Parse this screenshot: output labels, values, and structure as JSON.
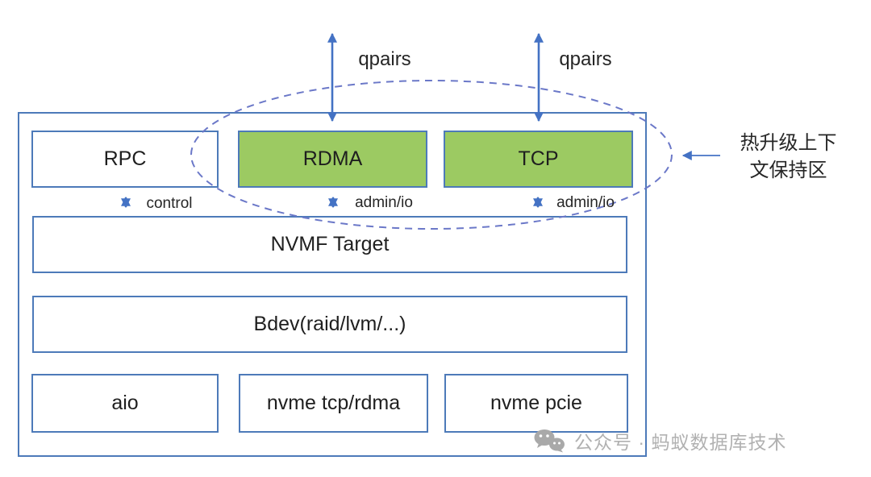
{
  "colors": {
    "box_border": "#4d7ab9",
    "green_fill": "#9cca62",
    "arrow_blue": "#4472c4",
    "dashed_ellipse_blue": "#6b78c8",
    "text_dark": "#1f1f1f",
    "watermark_gray": "#b1b1b1",
    "background": "#ffffff"
  },
  "diagram": {
    "boxes": {
      "rpc": {
        "label": "RPC"
      },
      "rdma": {
        "label": "RDMA"
      },
      "tcp": {
        "label": "TCP"
      },
      "nvmf": {
        "label": "NVMF Target"
      },
      "bdev": {
        "label": "Bdev(raid/lvm/...)"
      },
      "aio": {
        "label": "aio"
      },
      "nvme_tcp_rdma": {
        "label": "nvme tcp/rdma"
      },
      "nvme_pcie": {
        "label": "nvme pcie"
      }
    },
    "edge_labels": {
      "qpairs_left": "qpairs",
      "qpairs_right": "qpairs",
      "control": "control",
      "admin_io_left": "admin/io",
      "admin_io_right": "admin/io"
    },
    "annotation": {
      "line1": "热升级上下",
      "line2": "文保持区"
    }
  },
  "watermark": {
    "icon": "wechat-icon",
    "text": "公众号 · 蚂蚁数据库技术"
  }
}
